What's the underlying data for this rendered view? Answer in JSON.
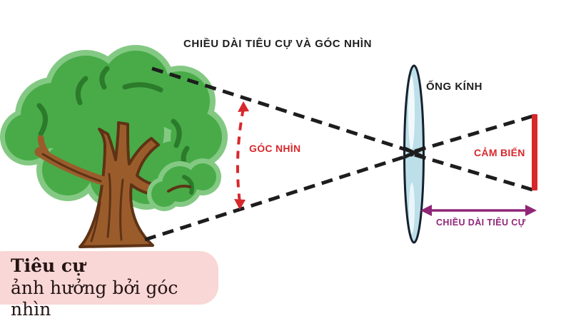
{
  "title": "CHIỀU DÀI TIÊU CỰ VÀ GÓC NHÌN",
  "diagram": {
    "lens_label": "ỐNG KÍNH",
    "angle_label": "GÓC NHÌN",
    "sensor_label": "CẢM BIẾN",
    "focal_length_label": "CHIỀU DÀI TIÊU CỰ"
  },
  "caption": {
    "heading": "Tiêu cự",
    "subheading": "ảnh hưởng bởi góc nhìn"
  },
  "colors": {
    "red": "#d7282c",
    "purple": "#8f2677",
    "pink": "#f8d7d6",
    "line": "#1d1d1d",
    "lens_fill": "#bcdfe9",
    "lens_outline": "#16212e",
    "canopy": "#48ab48",
    "canopy_light": "#83c983",
    "canopy_dark": "#2b7b2b",
    "trunk": "#9b5c2c",
    "trunk_dark": "#5e3315"
  }
}
